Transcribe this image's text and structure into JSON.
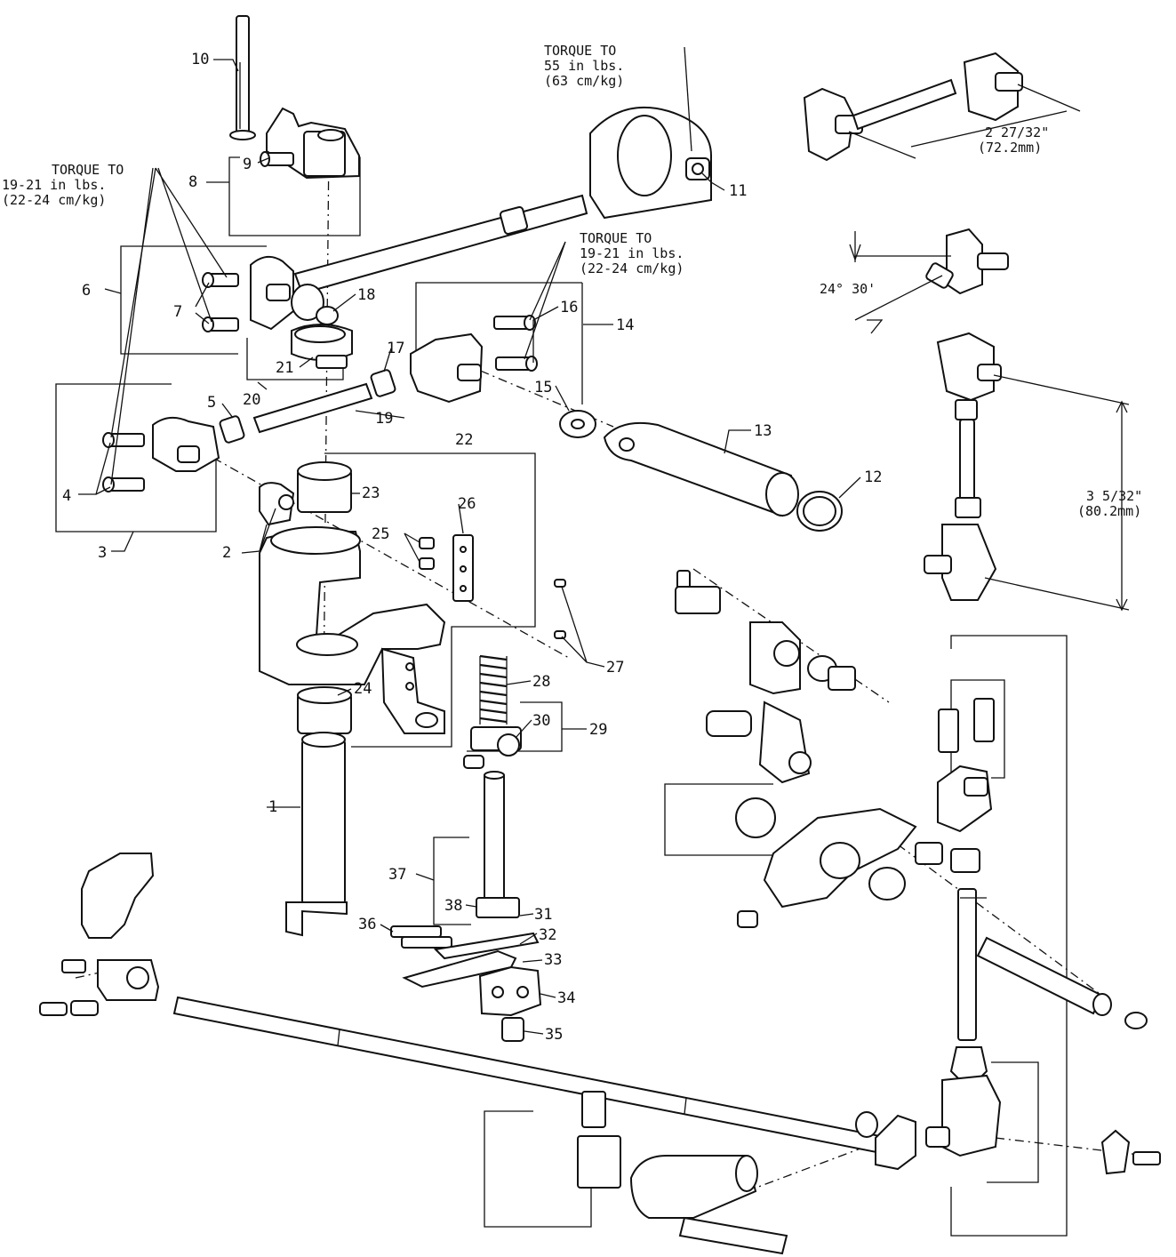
{
  "diagram": {
    "part_numbers": [
      "1",
      "2",
      "3",
      "4",
      "5",
      "6",
      "7",
      "8",
      "9",
      "10",
      "11",
      "12",
      "13",
      "14",
      "15",
      "16",
      "17",
      "18",
      "19",
      "20",
      "21",
      "22",
      "23",
      "24",
      "25",
      "26",
      "27",
      "28",
      "29",
      "30",
      "31",
      "32",
      "33",
      "34",
      "35",
      "36",
      "37",
      "38"
    ],
    "notes": {
      "torque_55": [
        "TORQUE TO",
        "55 in lbs.",
        "(63 cm/kg)"
      ],
      "torque_left": [
        "TORQUE TO",
        "19-21 in lbs.",
        "(22-24 cm/kg)"
      ],
      "torque_mid": [
        "TORQUE TO",
        "19-21 in lbs.",
        "(22-24 cm/kg)"
      ]
    },
    "dimensions": {
      "dim_top": [
        "2 27/32\"",
        "(72.2mm)"
      ],
      "angle": "24° 30'",
      "dim_side": [
        "3 5/32\"",
        "(80.2mm)"
      ]
    }
  }
}
